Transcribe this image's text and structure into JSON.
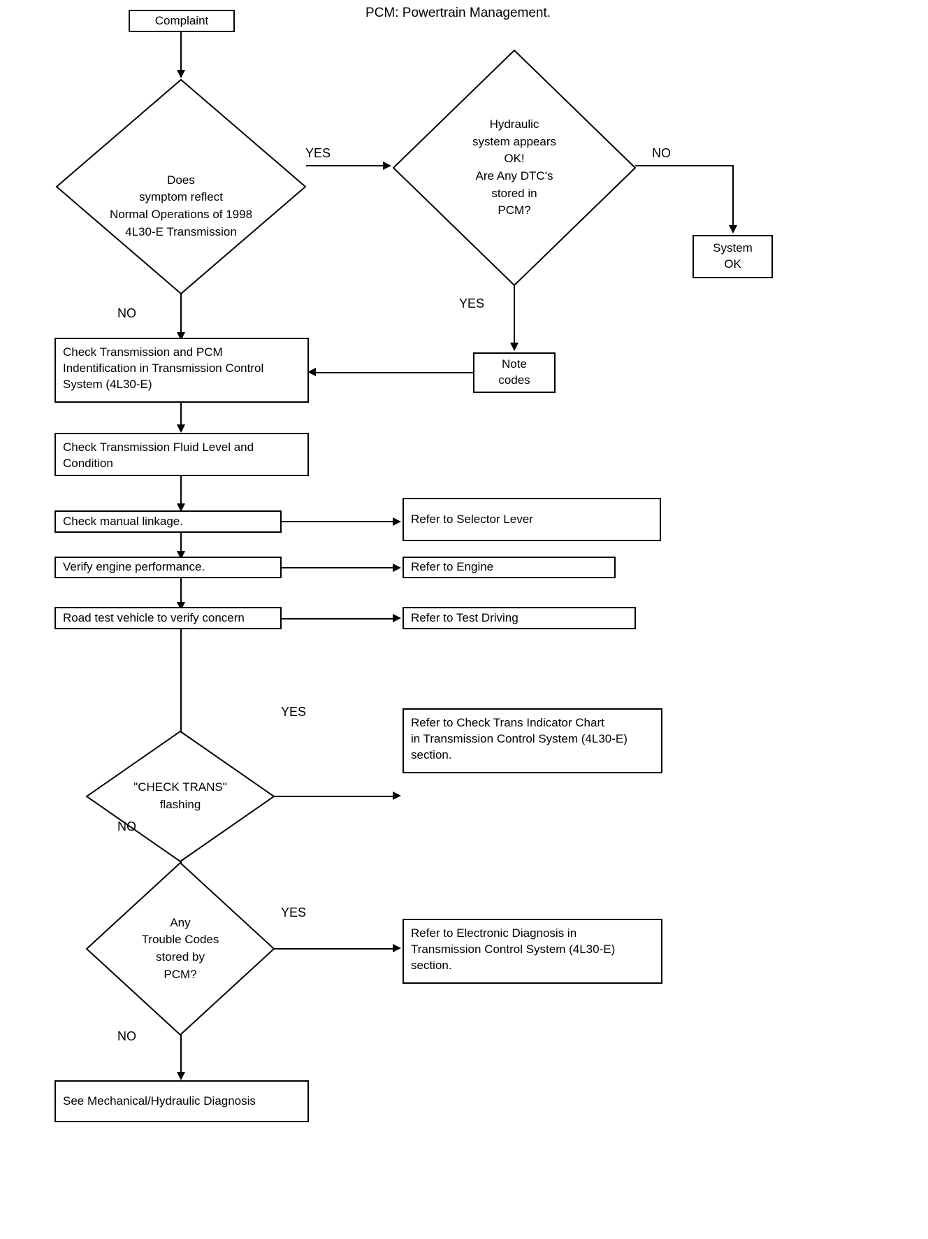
{
  "header": {
    "note": "PCM: Powertrain Management."
  },
  "nodes": {
    "complaint": {
      "label": "Complaint"
    },
    "normal_ops": {
      "label": "Does\nsymptom reflect\nNormal Operations of 1998\n4L30-E Transmission"
    },
    "hydraulic": {
      "label": "Hydraulic\nsystem appears\nOK!\nAre Any DTC's\nstored in\nPCM?"
    },
    "system_ok": {
      "label": "System\nOK"
    },
    "note_codes": {
      "label": "Note\ncodes"
    },
    "check_trans_pcm_id": {
      "label": "Check Transmission and PCM\nIndentification in Transmission Control\nSystem (4L30-E)"
    },
    "check_fluid": {
      "label": "Check Transmission Fluid Level and\nCondition"
    },
    "check_linkage": {
      "label": "Check manual linkage."
    },
    "refer_selector": {
      "label": "Refer to Selector Lever"
    },
    "verify_engine": {
      "label": "Verify engine performance."
    },
    "refer_engine": {
      "label": "Refer to Engine"
    },
    "road_test": {
      "label": "Road test vehicle to verify concern"
    },
    "refer_test_driving": {
      "label": "Refer to Test Driving"
    },
    "check_trans_flashing": {
      "label": "\"CHECK TRANS\"\nflashing"
    },
    "refer_check_trans_chart": {
      "label": "Refer to Check Trans Indicator Chart\nin Transmission Control System (4L30-E)\nsection."
    },
    "any_trouble_codes": {
      "label": "Any\nTrouble Codes\nstored by\nPCM?"
    },
    "refer_electronic_diag": {
      "label": "Refer to Electronic Diagnosis in\nTransmission Control System (4L30-E)\nsection."
    },
    "see_mech_hyd": {
      "label": "See Mechanical/Hydraulic Diagnosis"
    }
  },
  "edge_labels": {
    "normal_ops_yes": "YES",
    "normal_ops_no": "NO",
    "hydraulic_no": "NO",
    "hydraulic_yes": "YES",
    "check_trans_yes": "YES",
    "check_trans_no": "NO",
    "trouble_codes_yes": "YES",
    "trouble_codes_no": "NO"
  },
  "colors": {
    "ink": "#000000",
    "paper": "#ffffff"
  }
}
